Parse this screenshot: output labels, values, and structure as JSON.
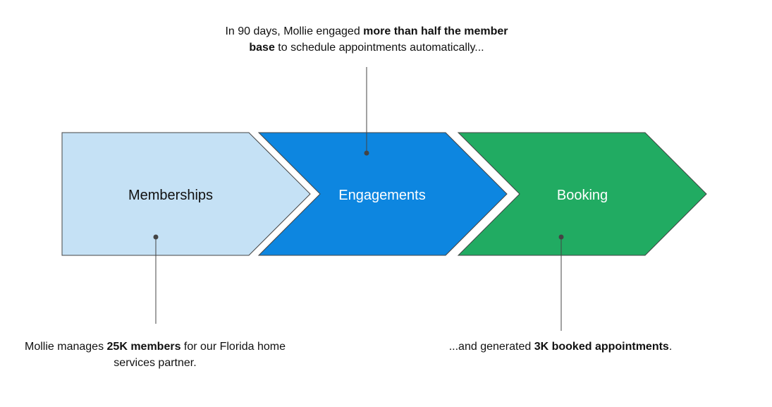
{
  "steps": [
    {
      "label": "Memberships",
      "fill": "#c5e1f5",
      "text_color": "#111111"
    },
    {
      "label": "Engagements",
      "fill": "#0d86e0",
      "text_color": "#ffffff"
    },
    {
      "label": "Booking",
      "fill": "#21ab62",
      "text_color": "#ffffff"
    }
  ],
  "callouts": {
    "top": {
      "pre": "In 90 days, Mollie engaged ",
      "bold": "more than half the member base",
      "post": " to schedule appointments automatically..."
    },
    "left": {
      "pre": "Mollie manages ",
      "bold": "25K members",
      "post": " for our Florida home services partner."
    },
    "right": {
      "pre": "...and generated ",
      "bold": "3K booked appointments",
      "post": "."
    }
  },
  "colors": {
    "outline": "#444444",
    "connector": "#444444",
    "dot": "#444444"
  }
}
